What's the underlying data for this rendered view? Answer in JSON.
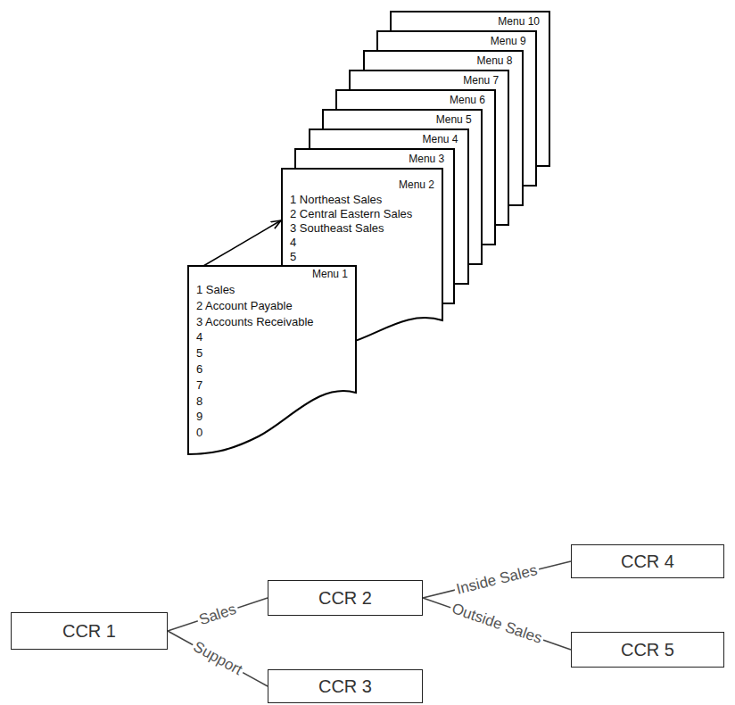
{
  "diagram": {
    "nodes": [
      {
        "text": [
          "Menu 1",
          "1 Sales",
          "2 Account Payable",
          "3 Accounts Receivable",
          "4",
          "5",
          "6",
          "7",
          "8",
          "9",
          "0"
        ]
      },
      {
        "text": [
          "Menu 2",
          "1 Northeast Sales",
          "2 Central Eastern Sales",
          "3 Southeast Sales",
          "4",
          "5"
        ]
      },
      {
        "text": [
          "Menu 3"
        ]
      },
      {
        "text": [
          "Menu 4"
        ]
      },
      {
        "text": [
          "Menu 5"
        ]
      },
      {
        "text": [
          "Menu 6"
        ]
      },
      {
        "text": [
          "Menu 7"
        ]
      },
      {
        "text": [
          "Menu 8"
        ]
      },
      {
        "text": [
          "Menu 9"
        ]
      },
      {
        "text": [
          "Menu 10"
        ]
      },
      {
        "text": [
          "CCR 1"
        ]
      },
      {
        "text": [
          "CCR 2"
        ]
      },
      {
        "text": [
          "CCR 3"
        ]
      },
      {
        "text": [
          "CCR 4"
        ]
      },
      {
        "text": [
          "CCR 5"
        ]
      }
    ],
    "edges": [
      {
        "from": 0,
        "to": 1,
        "arrow": "to"
      },
      {
        "from": 10,
        "to": 11,
        "label": "Sales",
        "arrow": "none"
      },
      {
        "from": 10,
        "to": 12,
        "label": "Support",
        "arrow": "none"
      },
      {
        "from": 11,
        "to": 13,
        "label": "Inside Sales",
        "arrow": "none"
      },
      {
        "from": 11,
        "to": 14,
        "label": "Outside Sales",
        "arrow": "none"
      }
    ]
  }
}
